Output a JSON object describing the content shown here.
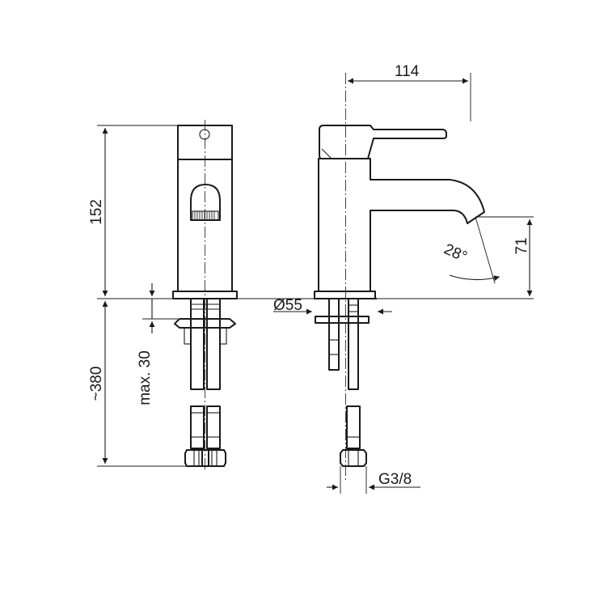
{
  "dimensions": {
    "spout_reach": "114",
    "body_height": "152",
    "spout_height": "71",
    "spout_angle": "28°",
    "base_diameter": "Ø55",
    "max_thickness": "max. 30",
    "hose_length": "~380",
    "connection_thread": "G3/8"
  },
  "colors": {
    "line": "#1a1a1a",
    "background": "#ffffff"
  }
}
